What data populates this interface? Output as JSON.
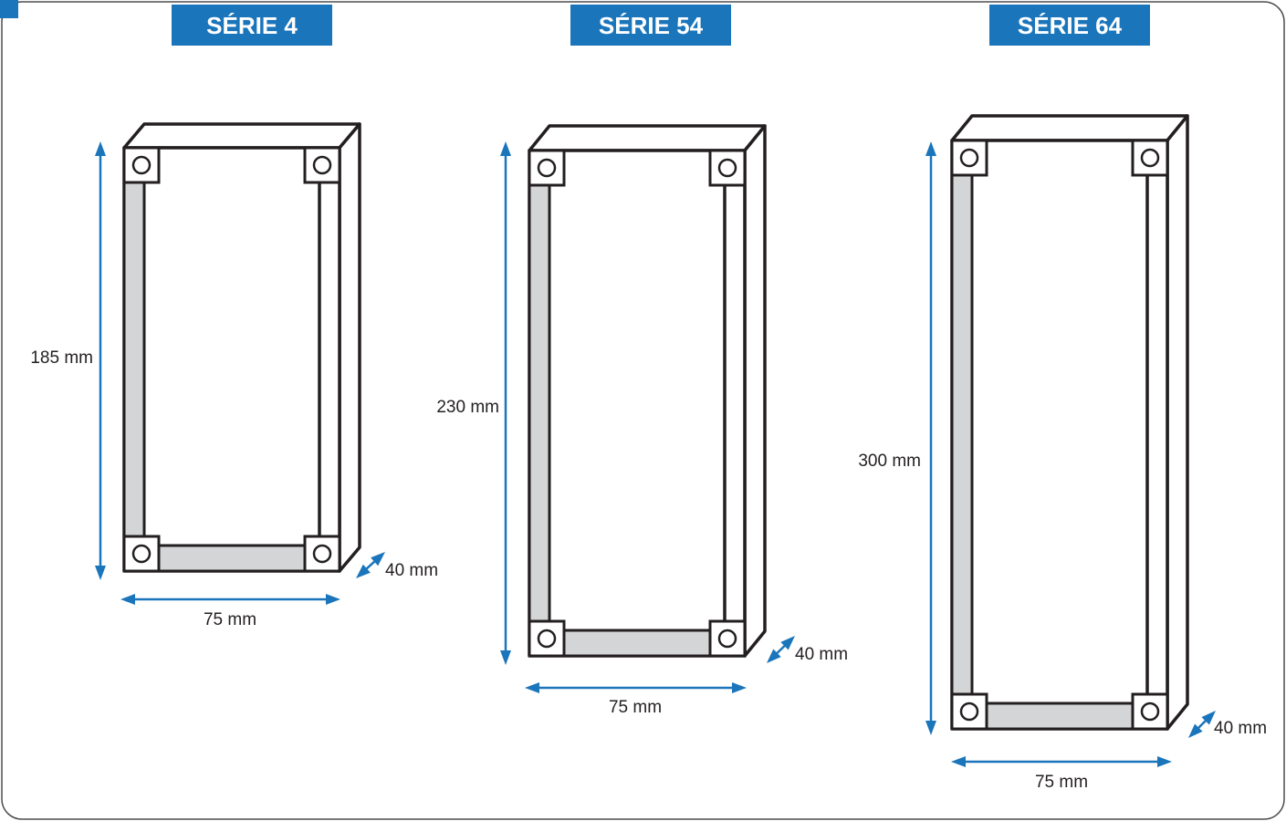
{
  "series": [
    {
      "title": "SÉRIE 4",
      "height_label": "185 mm",
      "width_label": "75 mm",
      "depth_label": "40 mm"
    },
    {
      "title": "SÉRIE 54",
      "height_label": "230 mm",
      "width_label": "75 mm",
      "depth_label": "40 mm"
    },
    {
      "title": "SÉRIE 64",
      "height_label": "300 mm",
      "width_label": "75 mm",
      "depth_label": "40 mm"
    }
  ],
  "colors": {
    "accent": "#1b75bb",
    "rail": "#d4d5d6",
    "outline": "#231f20"
  }
}
